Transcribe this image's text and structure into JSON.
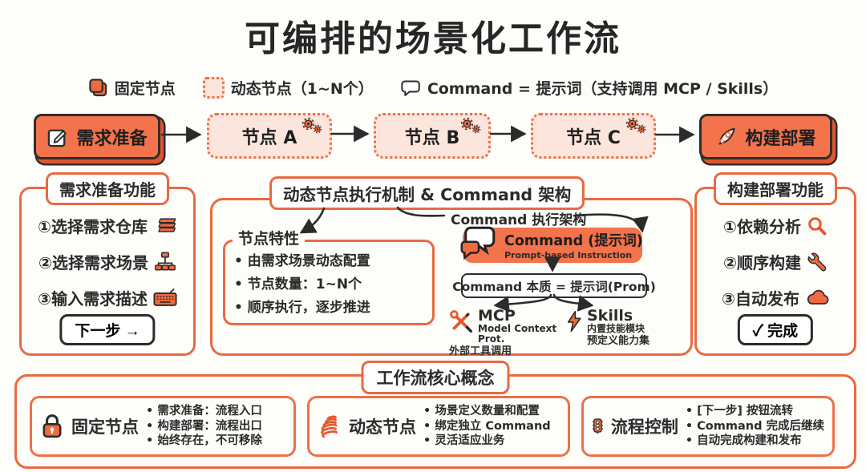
{
  "title": "可编排的场景化工作流",
  "colors": {
    "orange": "#f2734c",
    "orange_border": "#e86a42",
    "pink_fill": "#fbe5dc",
    "ink": "#2b2b2b",
    "background": "#fdfdfa"
  },
  "legend": {
    "fixed_label": "固定节点",
    "dynamic_label": "动态节点（1~N个）",
    "command_label": "Command = 提示词（支持调用 MCP / Skills）"
  },
  "flow": {
    "start_label": "需求准备",
    "node_a": "节点 A",
    "node_b": "节点 B",
    "node_c": "节点 C",
    "end_label": "构建部署"
  },
  "left_panel": {
    "title": "需求准备功能",
    "items": [
      {
        "label": "①选择需求仓库",
        "icon": "books-icon"
      },
      {
        "label": "②选择需求场景",
        "icon": "sitemap-icon"
      },
      {
        "label": "③输入需求描述",
        "icon": "keyboard-icon"
      }
    ],
    "next_button": "下一步 →"
  },
  "middle_panel": {
    "title": "动态节点执行机制 & Command 架构",
    "traits": {
      "heading": "节点特性",
      "bullets": [
        "• 由需求场景动态配置",
        "• 节点数量：1~N个",
        "• 顺序执行，逐步推进"
      ]
    },
    "command_arch_label": "Command 执行架构",
    "command": {
      "title": "Command (提示词)",
      "subtitle": "Prompt-based Instruction"
    },
    "essence": "Command 本质 = 提示词(Prom)",
    "mcp": {
      "name": "MCP",
      "line1": "Model Context Prot.",
      "line2": "外部工具调用"
    },
    "skills": {
      "name": "Skills",
      "line1": "内置技能模块",
      "line2": "预定义能力集"
    }
  },
  "right_panel": {
    "title": "构建部署功能",
    "items": [
      {
        "label": "①依赖分析",
        "icon": "magnifier-icon"
      },
      {
        "label": "②顺序构建",
        "icon": "wrench-icon"
      },
      {
        "label": "③自动发布",
        "icon": "cloud-icon"
      }
    ],
    "done_button": "✓ 完成"
  },
  "bottom_panel": {
    "title": "工作流核心概念",
    "cards": [
      {
        "title": "固定节点",
        "icon": "lock-icon",
        "bullets": [
          "• 需求准备：流程入口",
          "• 构建部署：流程出口",
          "• 始终存在，不可移除"
        ]
      },
      {
        "title": "动态节点",
        "icon": "spring-icon",
        "bullets": [
          "• 场景定义数量和配置",
          "• 绑定独立 Command",
          "• 灵活适应业务"
        ]
      },
      {
        "title": "流程控制",
        "icon": "traffic-light-icon",
        "bullets": [
          "• [下一步] 按钮流转",
          "• Command 完成后继续",
          "• 自动完成构建和发布"
        ]
      }
    ]
  }
}
